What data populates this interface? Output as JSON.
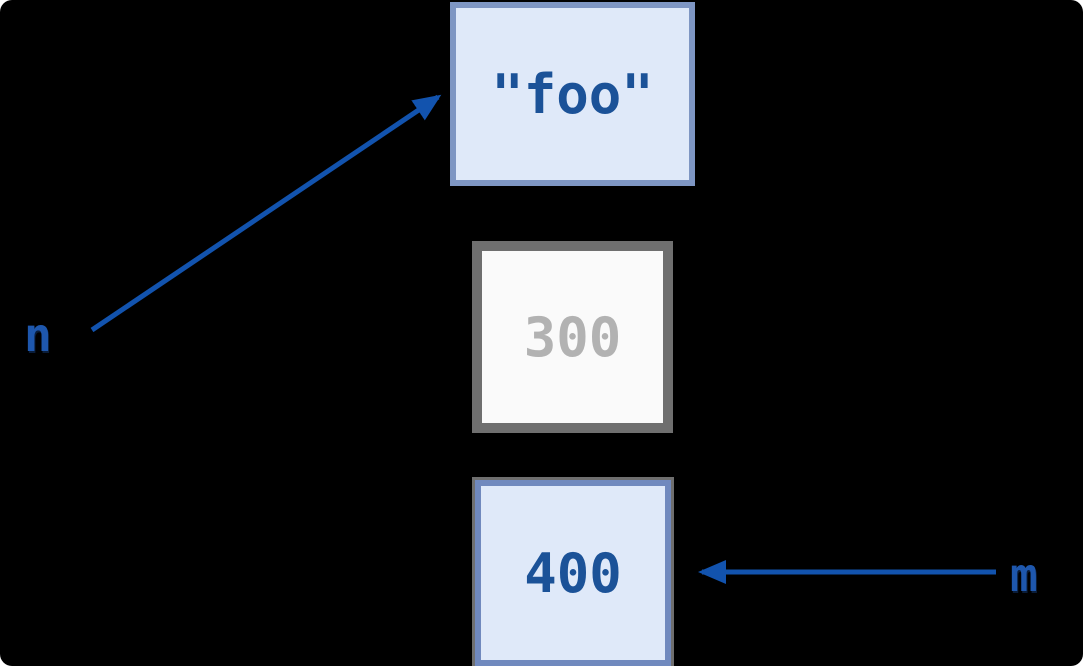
{
  "canvas": {
    "background": "#000000"
  },
  "colors": {
    "arrow": "#1253ae",
    "label_text": "#1e57ad",
    "blue_object_text": "#1b5298",
    "blue_object_bg": "#dfe9f9",
    "blue_object_border": "#7089be",
    "gray_object_text": "#b2b2b2",
    "gray_object_bg": "#fafafa",
    "gray_object_border": "#6f6f6f"
  },
  "labels": {
    "n": "n",
    "m": "m"
  },
  "boxes": {
    "foo": {
      "value": "\"foo\""
    },
    "box300": {
      "value": "300"
    },
    "box400": {
      "value": "400"
    }
  }
}
